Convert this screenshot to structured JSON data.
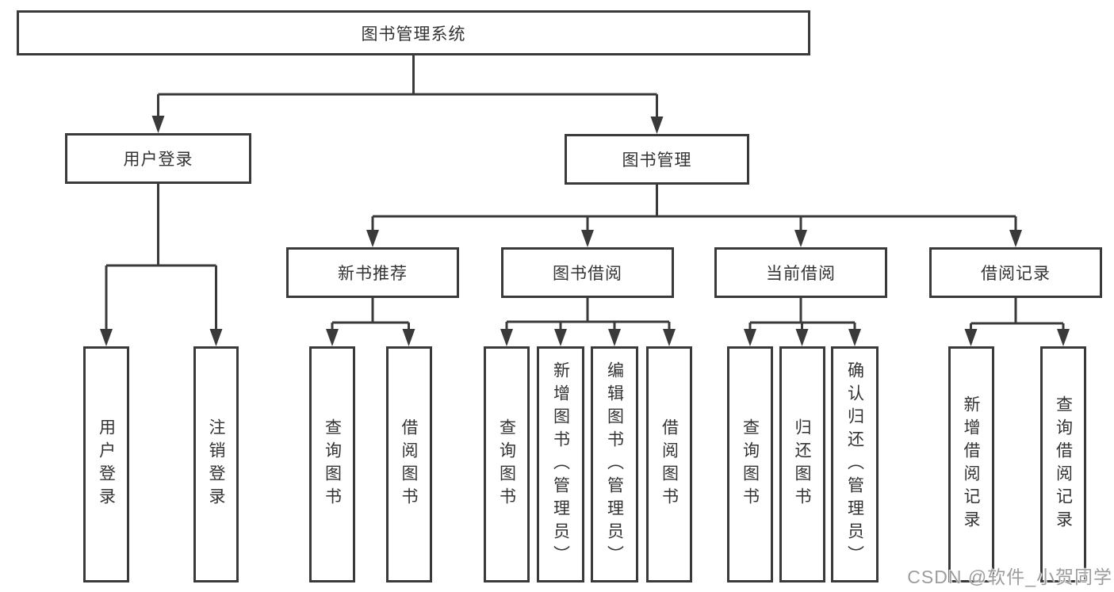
{
  "title_box": {
    "label": "图书管理系统"
  },
  "branches": [
    {
      "label": "用户登录",
      "leaves": [
        {
          "label": "用户登录"
        },
        {
          "label": "注销登录"
        }
      ]
    },
    {
      "label": "图书管理",
      "children": [
        {
          "label": "新书推荐",
          "leaves": [
            {
              "label": "查询图书"
            },
            {
              "label": "借阅图书"
            }
          ]
        },
        {
          "label": "图书借阅",
          "leaves": [
            {
              "label": "查询图书"
            },
            {
              "label": "新增图书（管理员）"
            },
            {
              "label": "编辑图书（管理员）"
            },
            {
              "label": "借阅图书"
            }
          ]
        },
        {
          "label": "当前借阅",
          "leaves": [
            {
              "label": "查询图书"
            },
            {
              "label": "归还图书"
            },
            {
              "label": "确认归还（管理员）"
            }
          ]
        },
        {
          "label": "借阅记录",
          "leaves": [
            {
              "label": "新增借阅记录"
            },
            {
              "label": "查询借阅记录"
            }
          ]
        }
      ]
    }
  ],
  "watermark": {
    "text": "CSDN @软件_小贺同学"
  },
  "colors": {
    "line": "#3a3a3a",
    "text": "#333333",
    "watermark": "#9c9c9c"
  }
}
